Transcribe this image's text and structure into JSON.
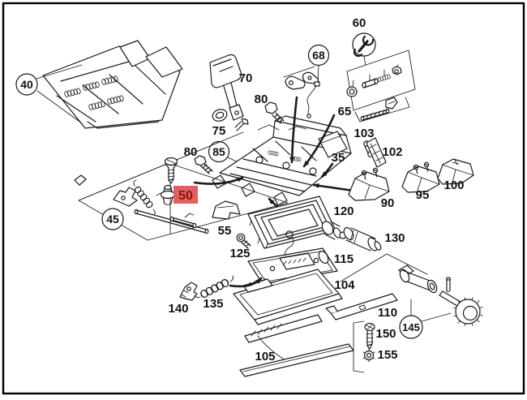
{
  "figure": {
    "type": "exploded-parts-diagram",
    "subject": "seat-frame-assembly",
    "background_color": "#ffffff",
    "line_color": "#1a1a1a",
    "border_color": "#000000"
  },
  "highlight": {
    "selected_callout": "50",
    "box_color": "#e25f5f",
    "text_color": "#8c1414"
  },
  "circled_callouts": [
    "40",
    "45",
    "68",
    "85",
    "145"
  ],
  "tool_kit_callout": "60",
  "callouts": {
    "p35": "35",
    "p40": "40",
    "p45": "45",
    "p50": "50",
    "p55": "55",
    "p60": "60",
    "p65": "65",
    "p68": "68",
    "p70": "70",
    "p75": "75",
    "p80a": "80",
    "p80b": "80",
    "p85": "85",
    "p90": "90",
    "p95": "95",
    "p100": "100",
    "p102": "102",
    "p103": "103",
    "p104": "104",
    "p105": "105",
    "p110": "110",
    "p115": "115",
    "p120": "120",
    "p125": "125",
    "p130": "130",
    "p135": "135",
    "p140": "140",
    "p145": "145",
    "p150": "150",
    "p155": "155"
  }
}
